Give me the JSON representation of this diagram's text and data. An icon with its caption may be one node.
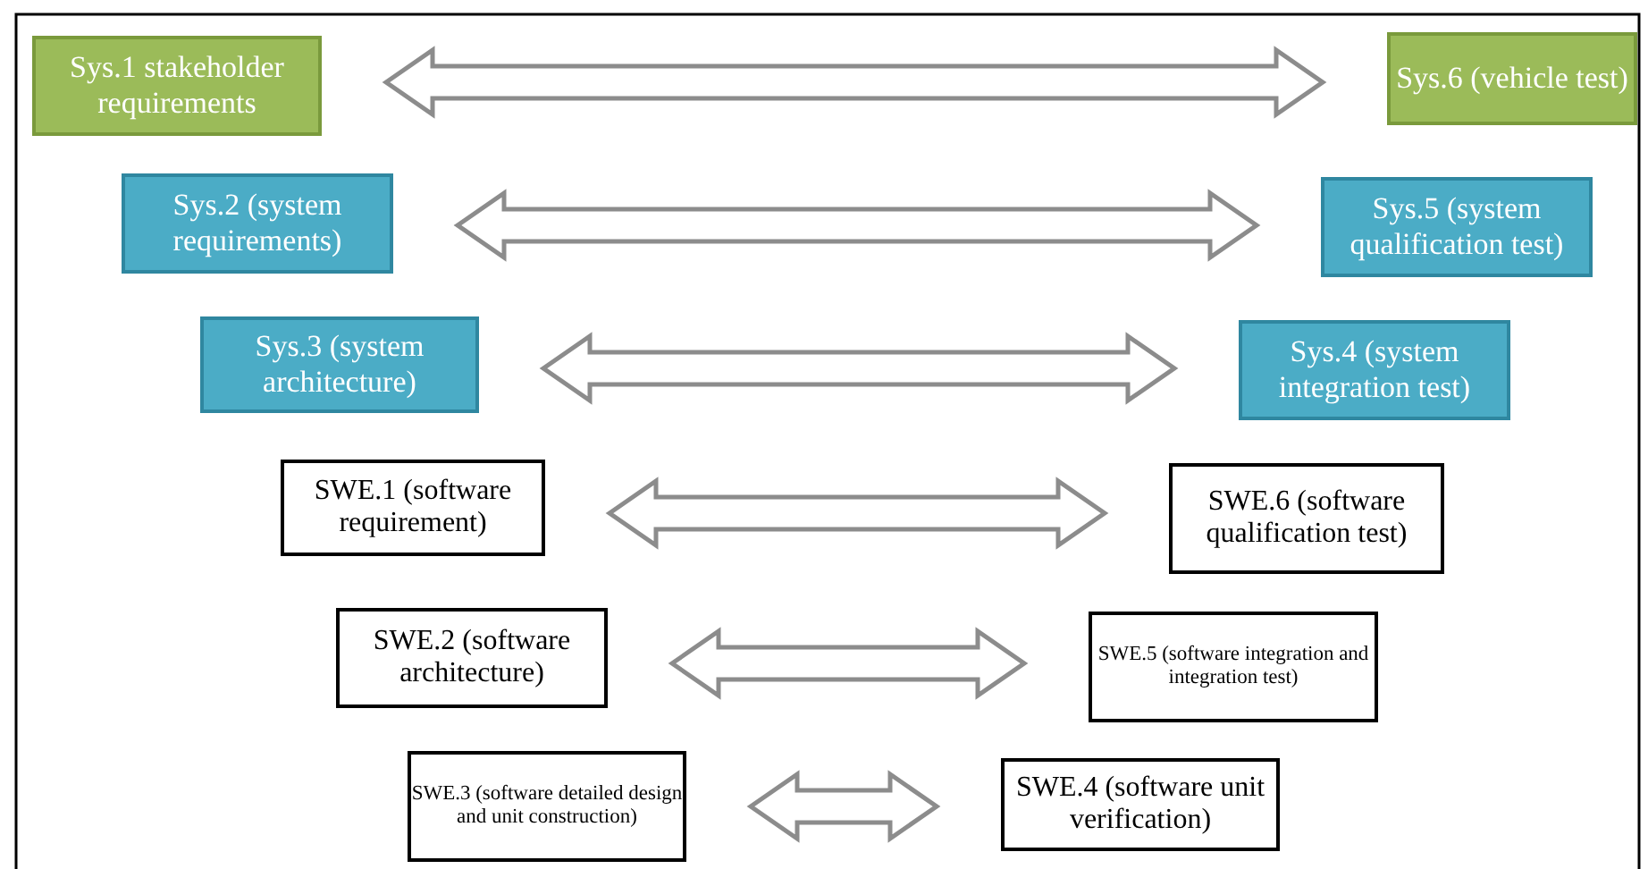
{
  "diagram": {
    "nodes": [
      {
        "text": [
          "Sys.1 stakeholder requirements"
        ]
      },
      {
        "text": [
          "Sys.6 (vehicle test)"
        ]
      },
      {
        "text": [
          "Sys.2 (system requirements)"
        ]
      },
      {
        "text": [
          "Sys.5 (system qualification test)"
        ]
      },
      {
        "text": [
          "Sys.3 (system architecture)"
        ]
      },
      {
        "text": [
          "Sys.4 (system integration test)"
        ]
      },
      {
        "text": [
          "SWE.1 (software requirement)"
        ]
      },
      {
        "text": [
          "SWE.6 (software qualification test)"
        ]
      },
      {
        "text": [
          "SWE.2 (software architecture)"
        ]
      },
      {
        "text": [
          "SWE.5 (software integration and integration test)"
        ]
      },
      {
        "text": [
          "SWE.3 (software detailed design and unit construction)"
        ]
      },
      {
        "text": [
          "SWE.4 (software unit verification)"
        ]
      }
    ],
    "edges": [
      {
        "from": 0,
        "to": 1,
        "arrow": "both"
      },
      {
        "from": 2,
        "to": 3,
        "arrow": "both"
      },
      {
        "from": 4,
        "to": 5,
        "arrow": "both"
      },
      {
        "from": 6,
        "to": 7,
        "arrow": "both"
      },
      {
        "from": 8,
        "to": 9,
        "arrow": "both"
      },
      {
        "from": 10,
        "to": 11,
        "arrow": "both"
      }
    ]
  }
}
